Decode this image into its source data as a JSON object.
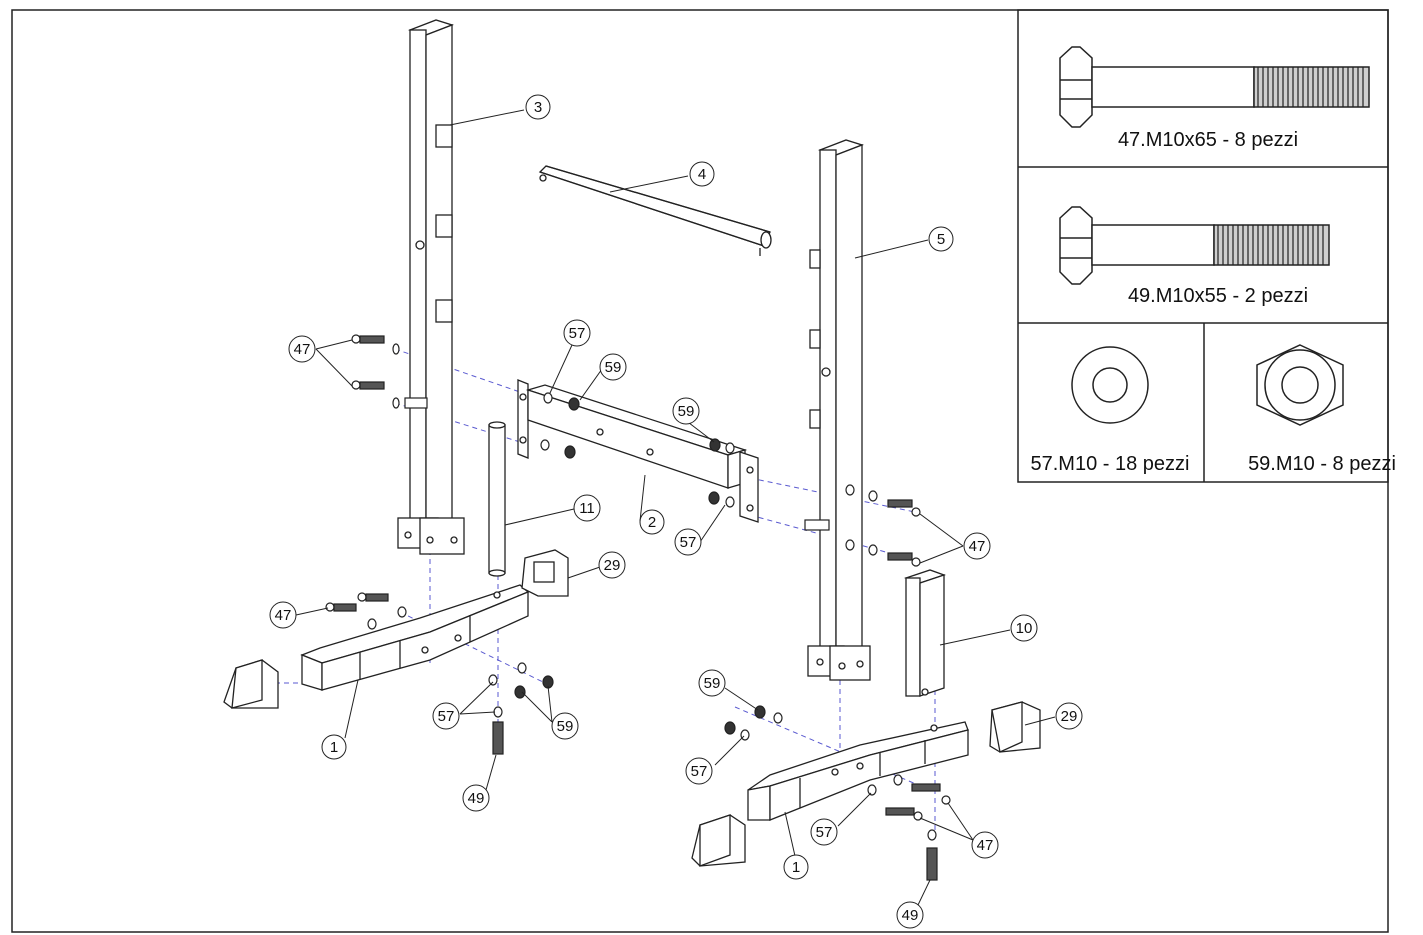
{
  "legend": {
    "bolt_long": "47.M10x65  -  8  pezzi",
    "bolt_short": "49.M10x55  -  2  pezzi",
    "washer": "57.M10  -  18  pezzi",
    "nut": "59.M10  -  8  pezzi"
  },
  "parts": {
    "p1": "1",
    "p2": "2",
    "p3": "3",
    "p4": "4",
    "p5": "5",
    "p10": "10",
    "p11": "11",
    "p29": "29",
    "p47": "47",
    "p49": "49",
    "p57": "57",
    "p59": "59"
  },
  "colors": {
    "line": "#222222",
    "dash": "#5a5ad0",
    "background": "#ffffff"
  }
}
